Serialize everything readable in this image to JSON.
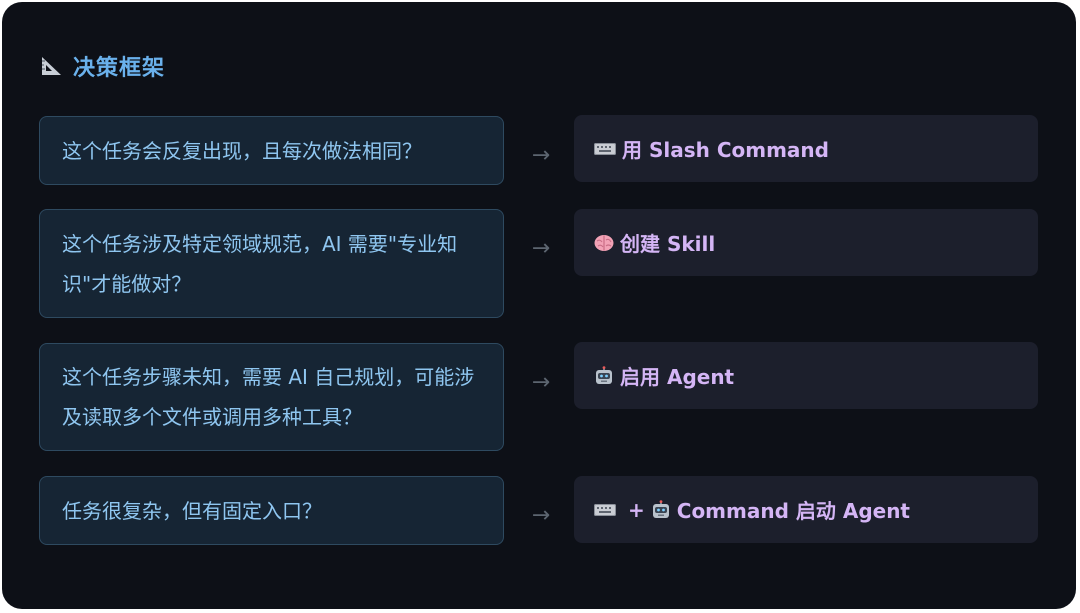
{
  "header": {
    "title": "决策框架",
    "icon": "triangle-ruler-icon"
  },
  "rows": [
    {
      "question": "这个任务会反复出现，且每次做法相同？",
      "arrow": "→",
      "answer_icons": [
        "keyboard-icon"
      ],
      "answer": "用 Slash Command"
    },
    {
      "question": "这个任务涉及特定领域规范，AI 需要\"专业知识\"才能做对？",
      "arrow": "→",
      "answer_icons": [
        "brain-icon"
      ],
      "answer": "创建 Skill"
    },
    {
      "question": "这个任务步骤未知，需要 AI 自己规划，可能涉及读取多个文件或调用多种工具？",
      "arrow": "→",
      "answer_icons": [
        "robot-icon"
      ],
      "answer": "启用 Agent"
    },
    {
      "question": "任务很复杂，但有固定入口？",
      "arrow": "→",
      "answer_icons": [
        "keyboard-icon",
        "robot-icon"
      ],
      "answer_plus": "+",
      "answer": "Command 启动 Agent"
    }
  ],
  "colors": {
    "panel_bg": "#0d1017",
    "title": "#6ab1ec",
    "question_bg": "#162534",
    "question_border": "#2e4a60",
    "question_text": "#8fc6f0",
    "answer_bg": "#1c1f2c",
    "answer_text": "#d4b5f5",
    "arrow": "#5c6570"
  }
}
